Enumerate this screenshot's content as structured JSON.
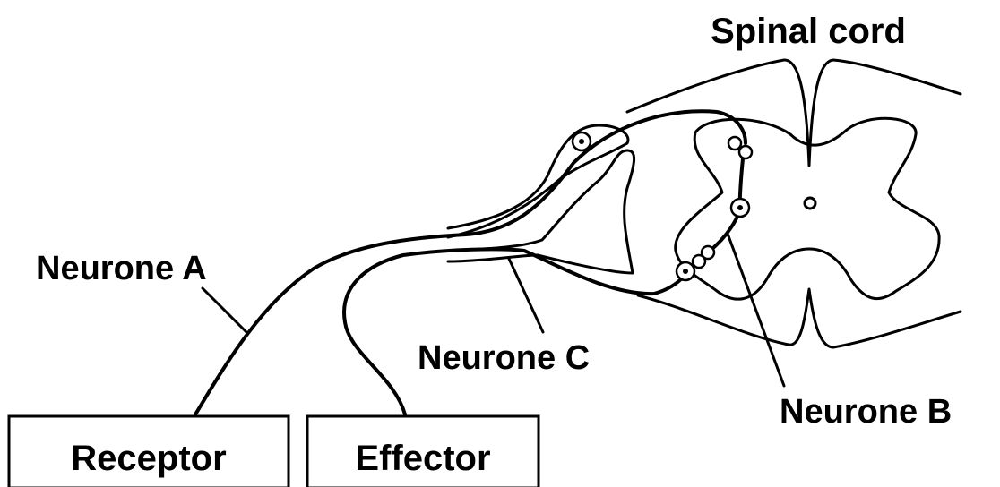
{
  "title": "Spinal cord",
  "labels": {
    "neurone_a": "Neurone A",
    "neurone_b": "Neurone B",
    "neurone_c": "Neurone C"
  },
  "boxes": {
    "receptor": "Receptor",
    "effector": "Effector"
  },
  "colors": {
    "line": "#000000",
    "background": "#ffffff"
  }
}
